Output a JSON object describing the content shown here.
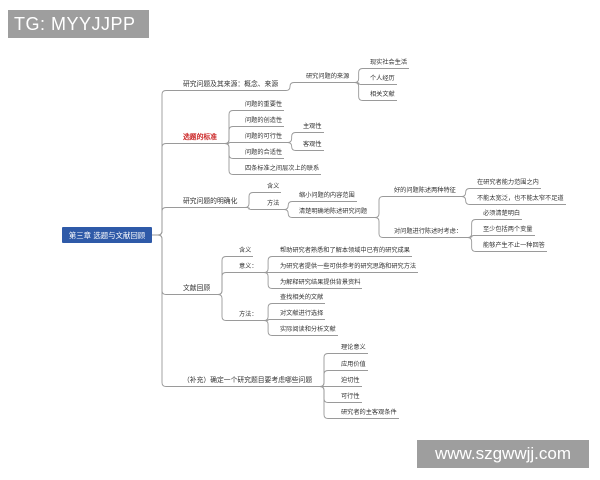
{
  "watermarks": {
    "top": "TG: MYYJJPP",
    "bottom": "www.szgwwjj.com"
  },
  "root": "第三章 选题与文献回顾",
  "nodes": {
    "b1": "研究问题及其来源：概念、来源",
    "b1_source": "研究问题的来源",
    "b1_s1": "现实社会生活",
    "b1_s2": "个人经历",
    "b1_s3": "相关文献",
    "b2": "选题的标准",
    "b2_c1": "问题的重要性",
    "b2_c2": "问题的创造性",
    "b2_c3": "问题的可行性",
    "b2_c3_a": "主观性",
    "b2_c3_b": "客观性",
    "b2_c4": "问题的合适性",
    "b2_c5": "四条标准之间层次上的联系",
    "b3": "研究问题的明确化",
    "b3_meaning": "含义",
    "b3_method": "方法",
    "b3_m1": "缩小问题的内容范围",
    "b3_m2": "清楚明确地陈述研究问题",
    "b3_m2_a": "好的问题陈述两种特征",
    "b3_m2_a1": "在研究者能力范围之内",
    "b3_m2_a2": "不能太宽泛，也不能太窄不足道",
    "b3_m2_b": "对问题进行陈述时考虑：",
    "b3_m2_b1": "必须清楚明白",
    "b3_m2_b2": "至少包括两个变量",
    "b3_m2_b3": "能够产生不止一种回答",
    "b4": "文献回顾",
    "b4_meaning": "含义",
    "b4_significance": "意义：",
    "b4_s1": "帮助研究者熟悉和了解本领域中已有的研究成果",
    "b4_s2": "为研究者提供一些可供参考的研究思路和研究方法",
    "b4_s3": "为解释研究结果提供背景资料",
    "b4_methods": "方法：",
    "b4_m1": "查找相关的文献",
    "b4_m2": "对文献进行选择",
    "b4_m3": "实际阅读和分析文献",
    "b5": "（补充）确定一个研究题目要考虑哪些问题",
    "b5_c1": "理论意义",
    "b5_c2": "应用价值",
    "b5_c3": "迫切性",
    "b5_c4": "可行性",
    "b5_c5": "研究者的主客观条件"
  },
  "colors": {
    "root_bg": "#2f5aa8",
    "highlight": "#cc2a2a",
    "line": "#9a9a9a",
    "watermark_bg": "#9e9e9e"
  }
}
